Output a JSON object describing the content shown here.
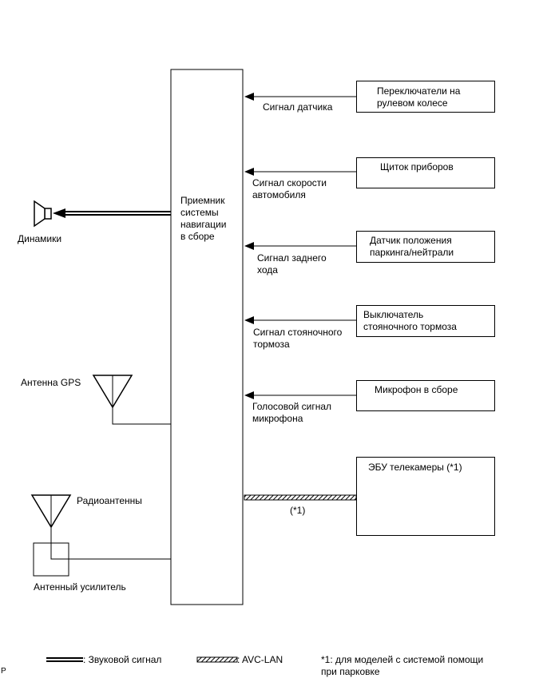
{
  "receiver": {
    "label": "Приемник\nсистемы\nнавигации\nв сборе"
  },
  "inputs": [
    {
      "device": "Переключатели на\nрулевом колесе",
      "signal": "Сигнал датчика"
    },
    {
      "device": "Щиток приборов",
      "signal": "Сигнал скорости\nавтомобиля"
    },
    {
      "device": "Датчик положения\nпаркинга/нейтрали",
      "signal": "Сигнал заднего\nхода"
    },
    {
      "device": "Выключатель\nстояночного тормоза",
      "signal": "Сигнал стояночного\nтормоза"
    },
    {
      "device": "Микрофон в сборе",
      "signal": "Голосовой сигнал\nмикрофона"
    }
  ],
  "camera_ecu": {
    "label": "ЭБУ телекамеры (*1)",
    "link_note": "(*1)"
  },
  "speakers": {
    "label": "Динамики"
  },
  "gps_antenna": {
    "label": "Антенна GPS"
  },
  "radio_antenna": {
    "label": "Радиоантенны"
  },
  "antenna_amplifier": {
    "label": "Антенный усилитель"
  },
  "legend": {
    "audio": ": Звуковой сигнал",
    "avc_lan": ": AVC-LAN",
    "footnote": "*1: для моделей с системой помощи\nпри парковке"
  },
  "corner_mark": "P"
}
